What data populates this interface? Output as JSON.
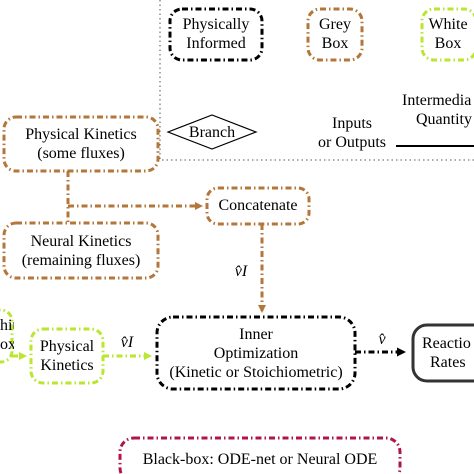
{
  "legend": {
    "physically_informed": [
      "Physically",
      "Informed"
    ],
    "grey_box": [
      "Grey",
      "Box"
    ],
    "white_box": [
      "White",
      "Box"
    ],
    "branch": "Branch",
    "inputs_outputs": [
      "Inputs",
      "or Outputs"
    ],
    "intermediate_quantity": [
      "Intermedia",
      "Quantity"
    ]
  },
  "nodes": {
    "physical_kinetics": [
      "Physical Kinetics",
      "(some fluxes)"
    ],
    "neural_kinetics": [
      "Neural Kinetics",
      "(remaining fluxes)"
    ],
    "concatenate": "Concatenate",
    "white_box_input": [
      "hite",
      "ox"
    ],
    "physical_kinetics_white": [
      "Physical",
      "Kinetics"
    ],
    "inner_optimization": [
      "Inner",
      "Optimization",
      "(Kinetic or Stoichiometric)"
    ],
    "reaction_rates": [
      "Reactio",
      "Rates"
    ],
    "black_box": "Black-box: ODE-net or Neural ODE"
  },
  "edge_labels": {
    "v_i_vertical": "v̂I",
    "v_i_horizontal": "v̂I",
    "v_hat": "v̂"
  },
  "colors": {
    "grey_box": "#b5763a",
    "white_box": "#b9e62f",
    "black_box": "#b0144c",
    "physically_informed": "#000000",
    "legend_frame": "#555555"
  }
}
